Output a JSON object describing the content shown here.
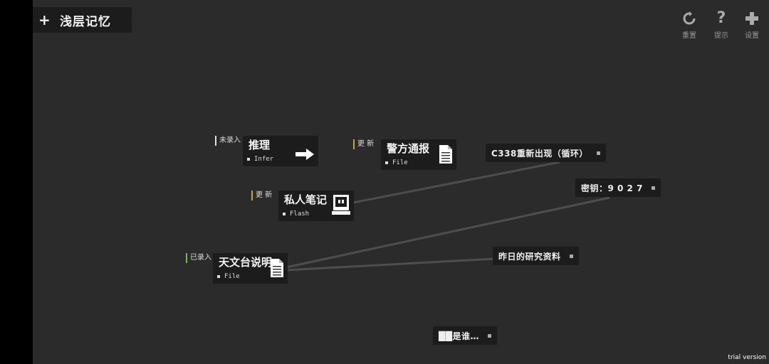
{
  "title": {
    "text": "浅层记忆",
    "plus_icon": "plus-icon"
  },
  "toolbar": {
    "reset_label": "重置",
    "hint_label": "提示",
    "settings_label": "设置"
  },
  "nodes": {
    "infer": {
      "tag": "未录入",
      "title": "推理",
      "subtitle": "Infer",
      "icon": "arrow-right-icon"
    },
    "police": {
      "tag": "更 新",
      "title": "警方通报",
      "subtitle": "File",
      "icon": "file-icon"
    },
    "notes": {
      "tag": "更 新",
      "title": "私人笔记",
      "subtitle": "Flash",
      "icon": "flash-drive-icon"
    },
    "observatory": {
      "tag": "已录入",
      "title": "天文台说明",
      "subtitle": "File",
      "icon": "file-icon"
    }
  },
  "keywords": {
    "c338": "C338重新出现（循环）",
    "password": "密钥：9 0 2 7",
    "research": "昨日的研究资料",
    "who": "██是谁…"
  },
  "colors": {
    "canvas": "#2b2b2b",
    "panel": "#1c1c1c",
    "tag_updated": "#c9a23a",
    "tag_recorded": "#6cc04a"
  },
  "footer": {
    "trial": "trial version"
  }
}
